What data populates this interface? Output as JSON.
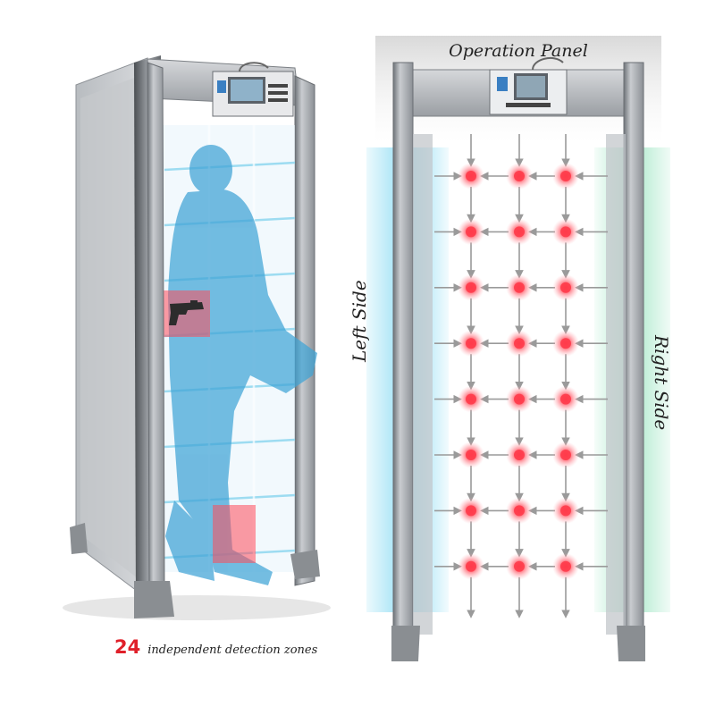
{
  "caption": {
    "count": "24",
    "text": "independent detection zones"
  },
  "labels": {
    "operation_panel": "Operation Panel",
    "left_side": "Left Side",
    "right_side": "Right Side"
  },
  "grid": {
    "rows": 8,
    "cols": 3
  },
  "colors": {
    "accent_red": "#e0202a",
    "zone_glow": "#ff3b4a",
    "left_glow": "#7fd8f2",
    "right_glow": "#9fe6c4",
    "arrow": "#9a9a9a",
    "frame": "#a9adb2",
    "silhouette": "#3fa3d6"
  },
  "icons": [
    "pistol-icon",
    "display-screen-icon",
    "arrow-icon"
  ]
}
